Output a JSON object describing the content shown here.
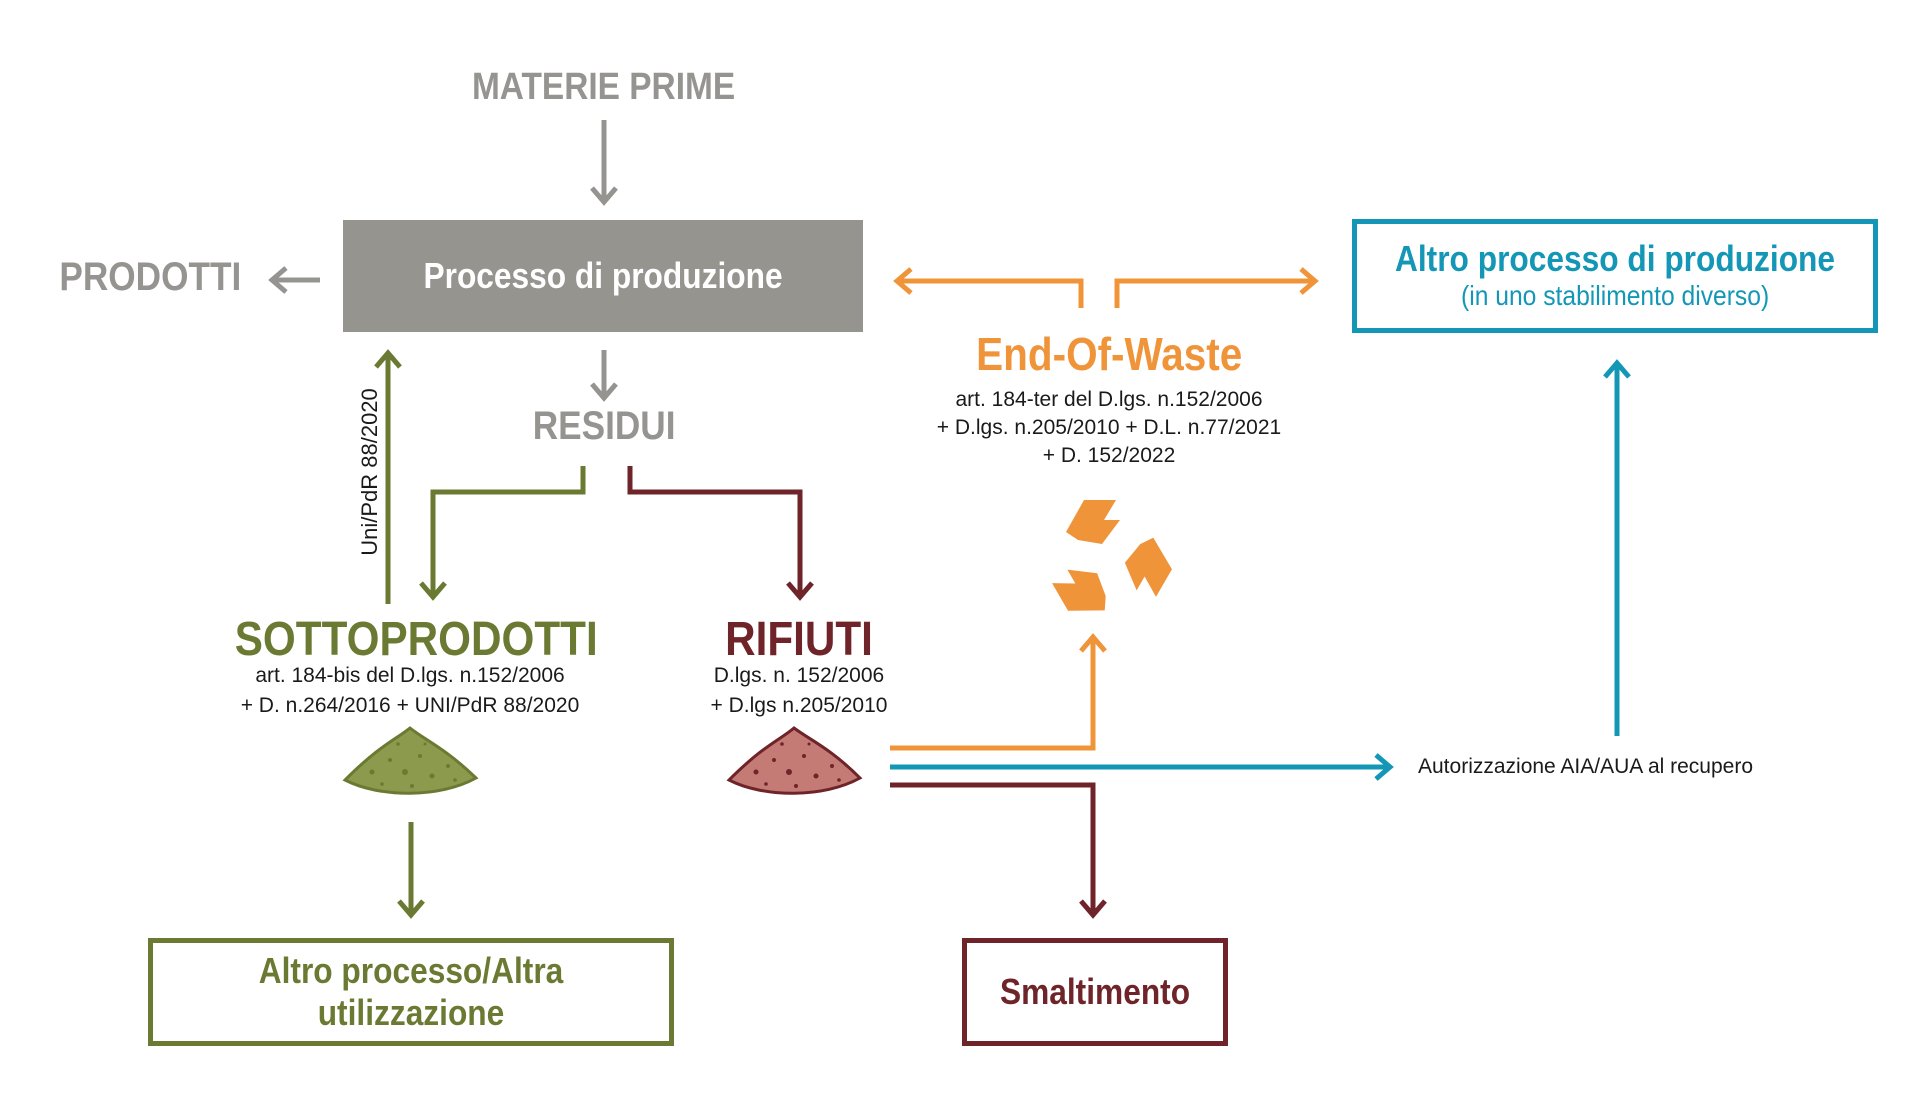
{
  "colors": {
    "gray": "#959490",
    "gray_box": "#95948f",
    "olive": "#6b7a32",
    "maroon": "#6e2428",
    "orange": "#f0943a",
    "teal": "#1497b6",
    "olive_pile": "#8b9a4c",
    "maroon_pile": "#c47a75"
  },
  "nodes": {
    "materie_prime": "MATERIE PRIME",
    "processo": "Processo di produzione",
    "prodotti": "PRODOTTI",
    "residui": "RESIDUI",
    "sottoprodotti": {
      "title": "SOTTOPRODOTTI",
      "line1": "art. 184-bis del D.lgs. n.152/2006",
      "line2": "+ D. n.264/2016 + UNI/PdR 88/2020"
    },
    "uni_pdr": "Uni/PdR 88/2020",
    "rifiuti": {
      "title": "RIFIUTI",
      "line1": "D.lgs. n. 152/2006",
      "line2": "+ D.lgs n.205/2010"
    },
    "eow": {
      "title": "End-Of-Waste",
      "line1": "art. 184-ter del D.lgs. n.152/2006",
      "line2": "+ D.lgs. n.205/2010 + D.L. n.77/2021",
      "line3": "+ D. 152/2022"
    },
    "altro_processo_prod": {
      "line1": "Altro processo di produzione",
      "line2": "(in uno stabilimento diverso)"
    },
    "autorizzazione": "Autorizzazione AIA/AUA al recupero",
    "altro_processo_util": "Altro processo/Altra utilizzazione",
    "smaltimento": "Smaltimento"
  },
  "icons": {
    "recycle": "recycle-icon",
    "pile_sottoprodotti": "olive-pile-icon",
    "pile_rifiuti": "maroon-pile-icon"
  }
}
